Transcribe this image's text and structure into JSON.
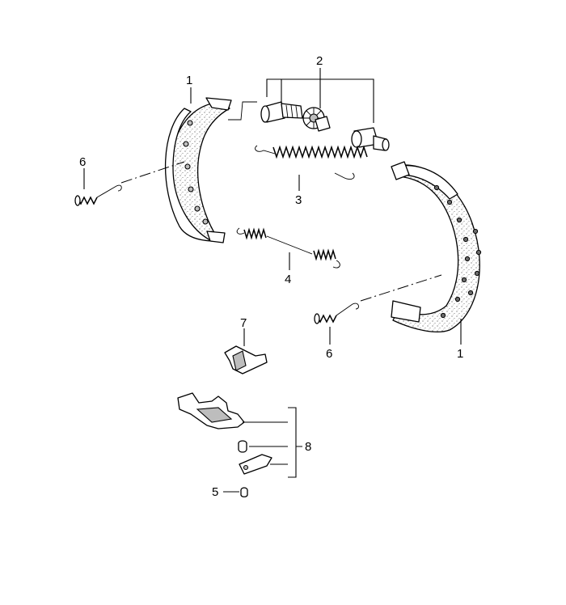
{
  "callouts": {
    "c1a": "1",
    "c1b": "1",
    "c2": "2",
    "c3": "3",
    "c4": "4",
    "c5": "5",
    "c6a": "6",
    "c6b": "6",
    "c7": "7",
    "c8": "8"
  }
}
